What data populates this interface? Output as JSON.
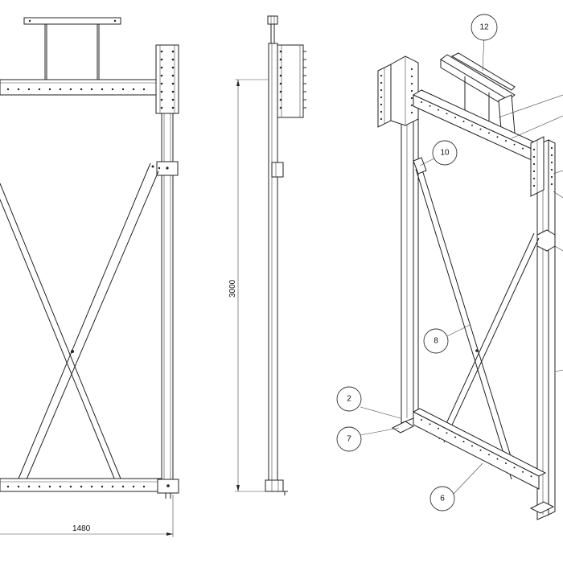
{
  "dimensions": {
    "width_label": "1480",
    "height_label": "3000"
  },
  "callouts": {
    "c12": "12",
    "c10": "10",
    "c8": "8",
    "c2": "2",
    "c7": "7",
    "c6": "6"
  }
}
